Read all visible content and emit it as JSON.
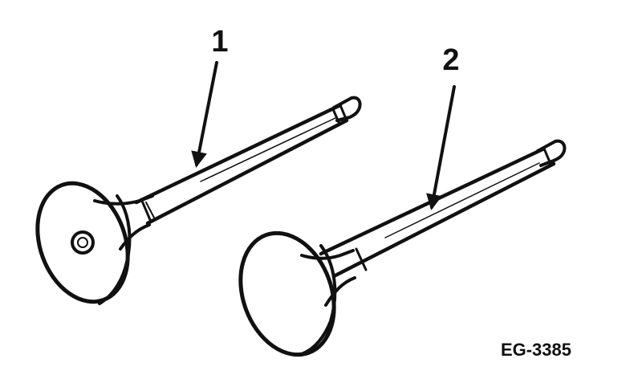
{
  "callouts": [
    {
      "id": "1",
      "label": "1"
    },
    {
      "id": "2",
      "label": "2"
    }
  ],
  "figure_code": "EG-3385",
  "colors": {
    "ink": "#111111",
    "paper": "#ffffff"
  }
}
